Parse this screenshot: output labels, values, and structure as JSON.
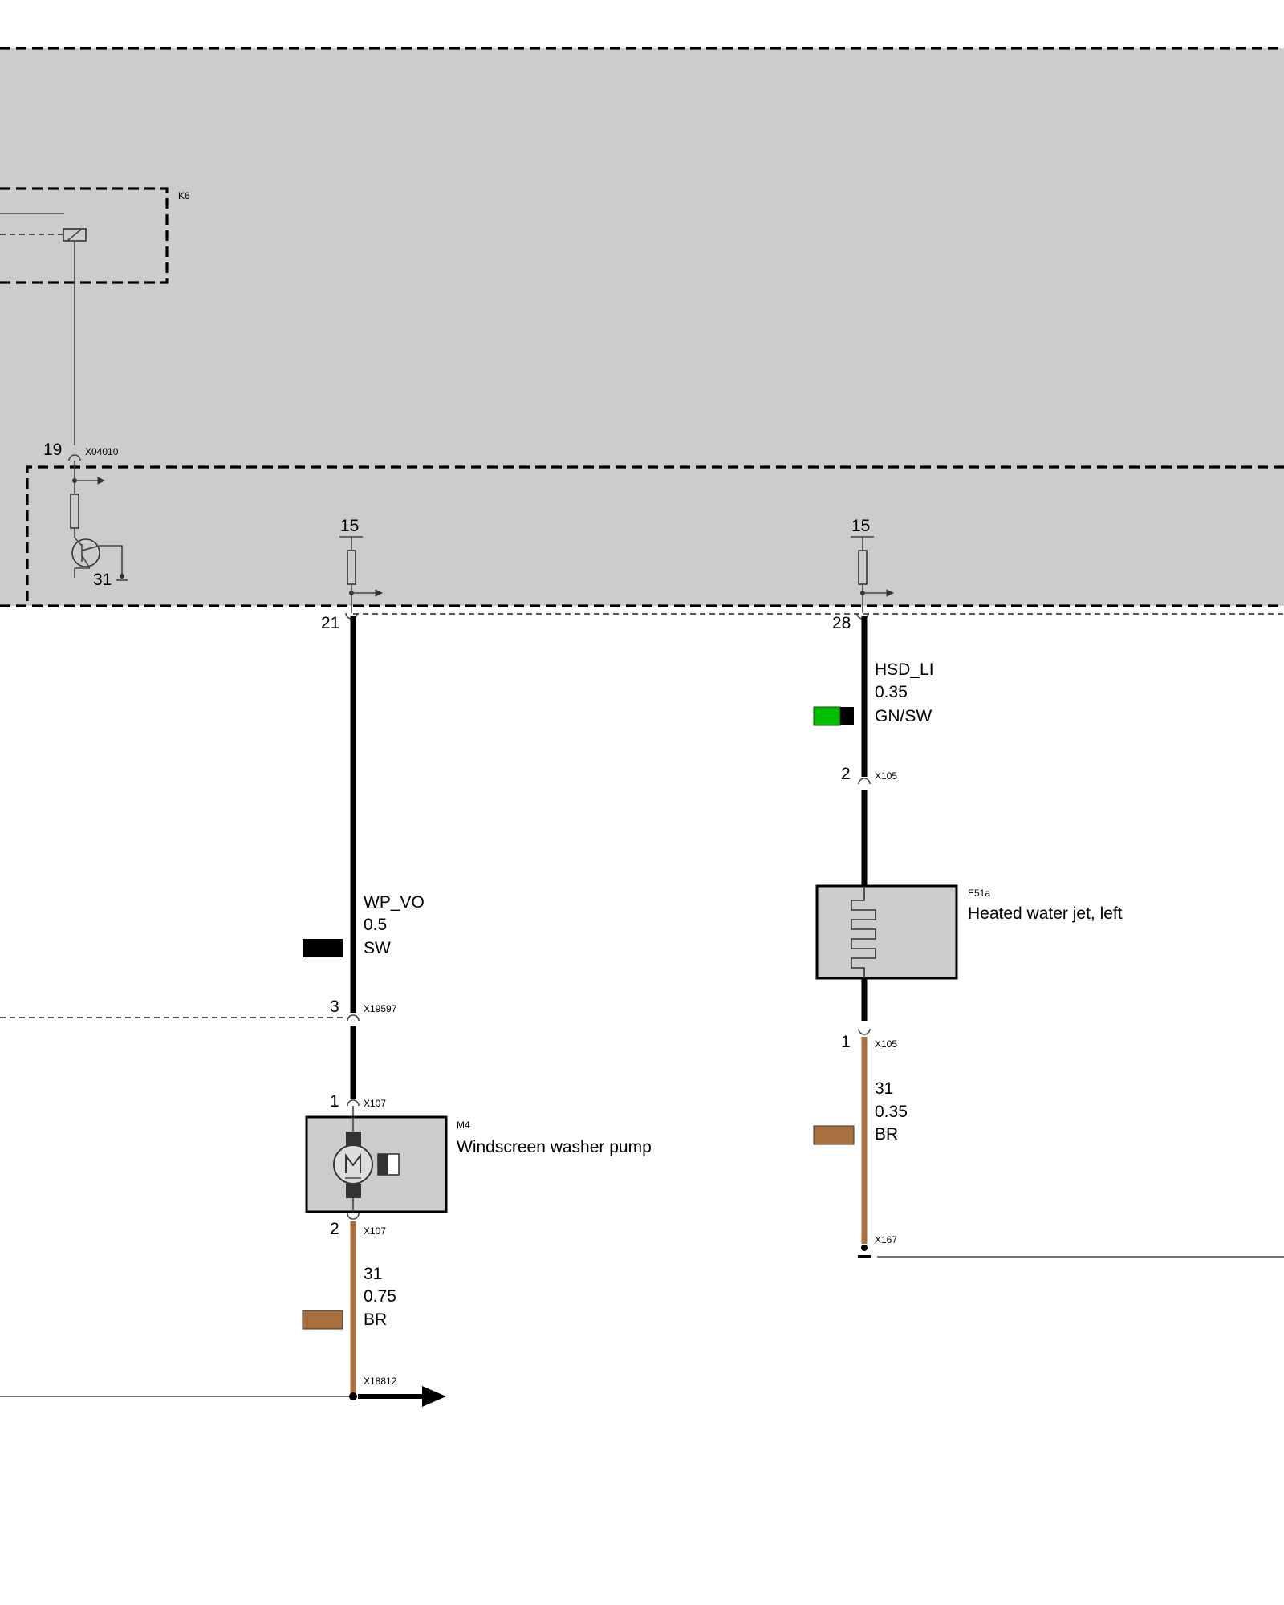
{
  "colors": {
    "module_fill": "#cccccc",
    "wire_black": "#000000",
    "wire_brown": "#a8703e",
    "swatch_green": "#00c000",
    "swatch_black": "#000000",
    "swatch_brown": "#a8703e"
  },
  "relay": {
    "id": "K6"
  },
  "module_connector": {
    "id": "X04010",
    "pin": "19",
    "ground": "31"
  },
  "supply_left": {
    "terminal": "15",
    "pin": "21"
  },
  "supply_right": {
    "terminal": "15",
    "pin": "28"
  },
  "wire_wp_vo": {
    "signal": "WP_VO",
    "cross_section": "0.5",
    "color_code": "SW"
  },
  "connector_x19597": {
    "id": "X19597",
    "pin": "3"
  },
  "connector_x107_top": {
    "id": "X107",
    "pin": "1"
  },
  "pump": {
    "id": "M4",
    "name": "Windscreen washer pump",
    "icon": "motor-icon"
  },
  "connector_x107_bottom": {
    "id": "X107",
    "pin": "2"
  },
  "wire_pump_ground": {
    "signal": "31",
    "cross_section": "0.75",
    "color_code": "BR"
  },
  "ground_x18812": {
    "id": "X18812"
  },
  "wire_hsd_li": {
    "signal": "HSD_LI",
    "cross_section": "0.35",
    "color_code": "GN/SW"
  },
  "connector_x105_top": {
    "id": "X105",
    "pin": "2"
  },
  "heater": {
    "id": "E51a",
    "name": "Heated water jet, left",
    "icon": "heating-element-icon"
  },
  "connector_x105_bottom": {
    "id": "X105",
    "pin": "1"
  },
  "wire_heater_ground": {
    "signal": "31",
    "cross_section": "0.35",
    "color_code": "BR"
  },
  "ground_x167": {
    "id": "X167"
  }
}
